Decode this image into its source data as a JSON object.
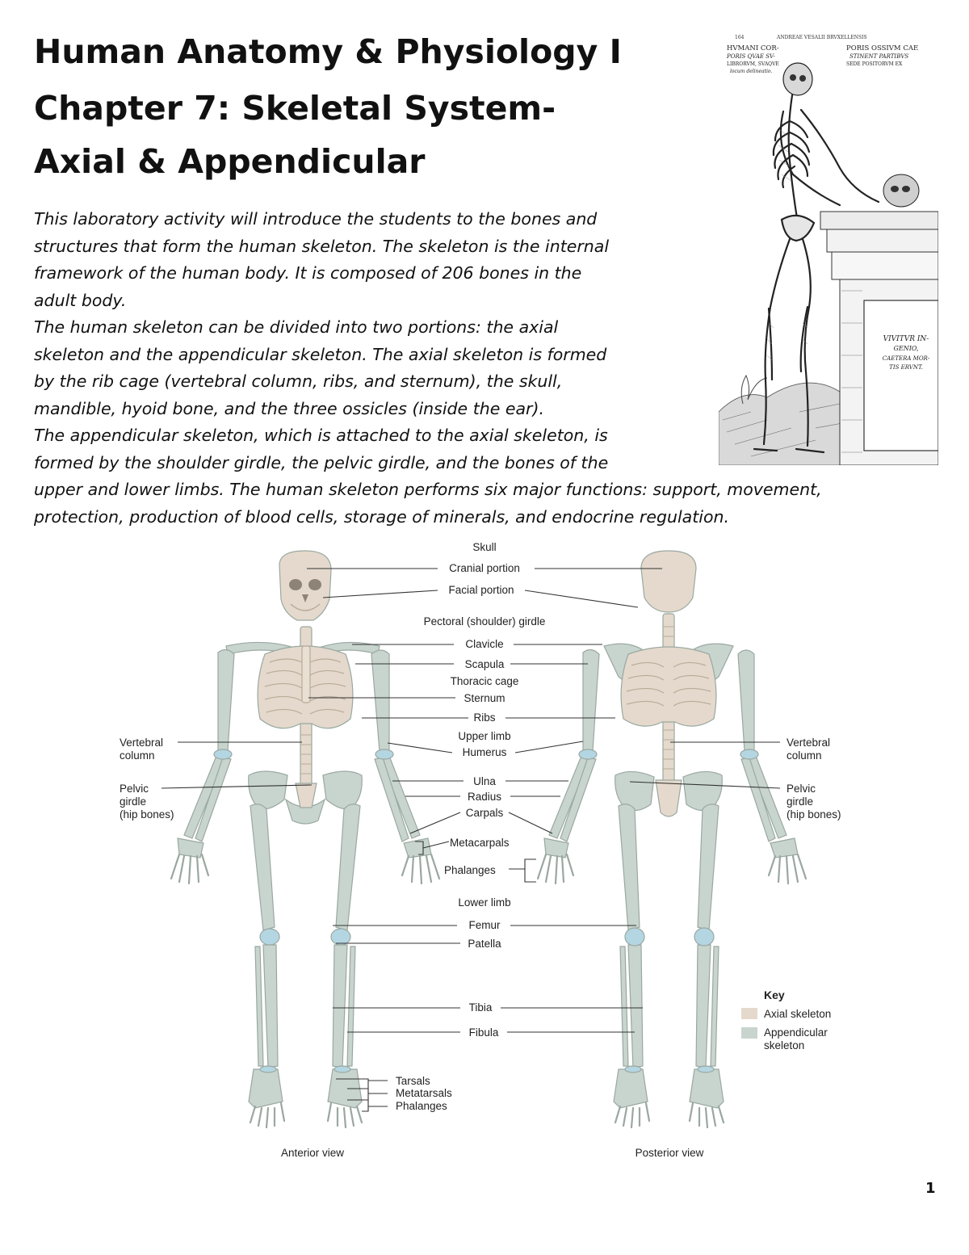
{
  "document": {
    "title_line1": "Human Anatomy & Physiology I",
    "title_line2": "Chapter 7:  Skeletal System-",
    "title_line3": "Axial & Appendicular",
    "intro": [
      " This laboratory activity will introduce the students to the bones and",
      "structures that form the human skeleton. The skeleton is the internal",
      "framework of the human body. It is composed of 206 bones in the",
      "adult body."
    ],
    "divisions": [
      "The human skeleton can be divided into two portions: the axial",
      "skeleton and the appendicular skeleton. The axial skeleton is formed",
      "by the rib cage (vertebral column, ribs, and sternum), the skull,",
      "mandible, hyoid bone, and the three ossicles (inside the ear)."
    ],
    "appendicular": [
      "The appendicular skeleton, which is attached to the axial skeleton, is",
      "formed by the shoulder girdle, the pelvic girdle, and the bones of the",
      "upper and lower limbs. The human skeleton performs six major functions: support, movement,",
      "protection, production of blood cells, storage of minerals, and endocrine regulation."
    ],
    "page_number": "1"
  },
  "woodcut": {
    "header_small": "ANDREAE VESALII BRVXELLENSIS",
    "page_no": "164",
    "inscription_left": [
      "HVMANI COR-",
      "PORIS QVAE SV-",
      "LIBRORVM, SVAQVE",
      "locum delineatio."
    ],
    "inscription_right": [
      "PORIS OSSIVM CAE",
      "STINENT PARTIBVS",
      "SEDE POSITORVM EX"
    ],
    "plaque": [
      "VIVITVR IN-",
      "GENIO,",
      "CAETERA MOR-",
      "TIS ERVNT."
    ]
  },
  "diagram": {
    "labels": {
      "skull": "Skull",
      "cranial": "Cranial portion",
      "facial": "Facial portion",
      "pectoral": "Pectoral (shoulder) girdle",
      "clavicle": "Clavicle",
      "scapula": "Scapula",
      "thoracic": "Thoracic cage",
      "sternum": "Sternum",
      "ribs": "Ribs",
      "upper_limb": "Upper limb",
      "humerus": "Humerus",
      "ulna": "Ulna",
      "radius": "Radius",
      "carpals": "Carpals",
      "metacarpals": "Metacarpals",
      "phalanges": "Phalanges",
      "lower_limb": "Lower limb",
      "femur": "Femur",
      "patella": "Patella",
      "tibia": "Tibia",
      "fibula": "Fibula",
      "tarsals": "Tarsals",
      "metatarsals": "Metatarsals",
      "foot_phalanges": "Phalanges",
      "vertebral_left": [
        "Vertebral",
        "column"
      ],
      "pelvic_left": [
        "Pelvic",
        "girdle",
        "(hip bones)"
      ],
      "vertebral_right": [
        "Vertebral",
        "column"
      ],
      "pelvic_right": [
        "Pelvic",
        "girdle",
        "(hip bones)"
      ]
    },
    "key": {
      "title": "Key",
      "axial": "Axial skeleton",
      "appendicular": [
        "Appendicular",
        "skeleton"
      ]
    },
    "views": {
      "anterior": "Anterior view",
      "posterior": "Posterior view"
    },
    "colors": {
      "axial": "#e4d9cc",
      "appendicular": "#c8d5ce",
      "joint": "#b4d6e2",
      "outline": "#9aa8a1",
      "line": "#333333"
    }
  }
}
